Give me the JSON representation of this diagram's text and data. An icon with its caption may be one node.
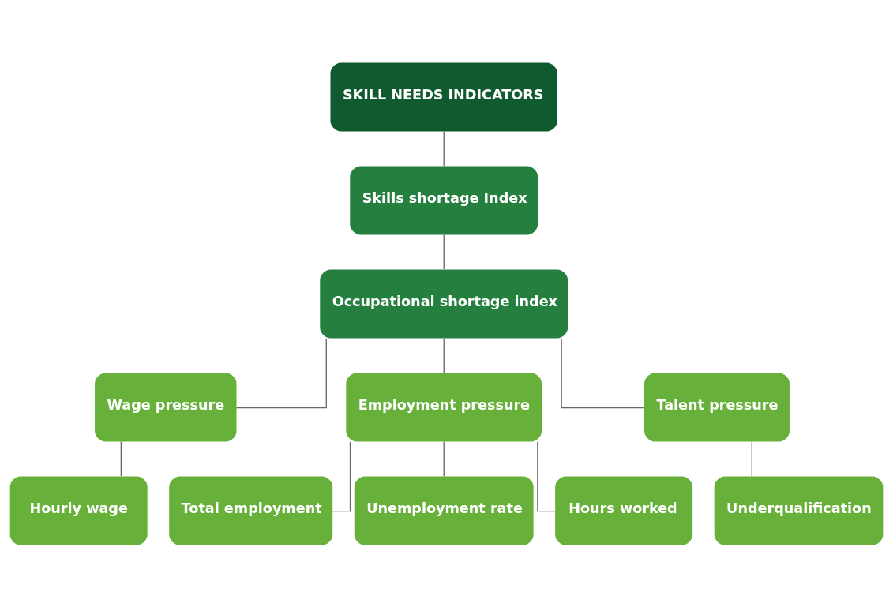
{
  "diagram": {
    "nodes": [
      {
        "text": [
          "SKILL NEEDS INDICATORS"
        ]
      },
      {
        "text": [
          "Skills shortage Index"
        ]
      },
      {
        "text": [
          "Occupational shortage index"
        ]
      },
      {
        "text": [
          "Wage pressure"
        ]
      },
      {
        "text": [
          "Employment pressure"
        ]
      },
      {
        "text": [
          "Talent pressure"
        ]
      },
      {
        "text": [
          "Hourly wage"
        ]
      },
      {
        "text": [
          "Total employment"
        ]
      },
      {
        "text": [
          "Unemployment rate"
        ]
      },
      {
        "text": [
          "Hours worked"
        ]
      },
      {
        "text": [
          "Underqualification"
        ]
      }
    ],
    "edges": [
      {
        "from": 0,
        "to": 1,
        "arrow": "none"
      },
      {
        "from": 1,
        "to": 2,
        "arrow": "none"
      },
      {
        "from": 2,
        "to": 3,
        "arrow": "none"
      },
      {
        "from": 2,
        "to": 4,
        "arrow": "none"
      },
      {
        "from": 2,
        "to": 5,
        "arrow": "none"
      },
      {
        "from": 3,
        "to": 6,
        "arrow": "none"
      },
      {
        "from": 4,
        "to": 7,
        "arrow": "none"
      },
      {
        "from": 4,
        "to": 8,
        "arrow": "none"
      },
      {
        "from": 4,
        "to": 9,
        "arrow": "none"
      },
      {
        "from": 5,
        "to": 10,
        "arrow": "none"
      }
    ]
  }
}
